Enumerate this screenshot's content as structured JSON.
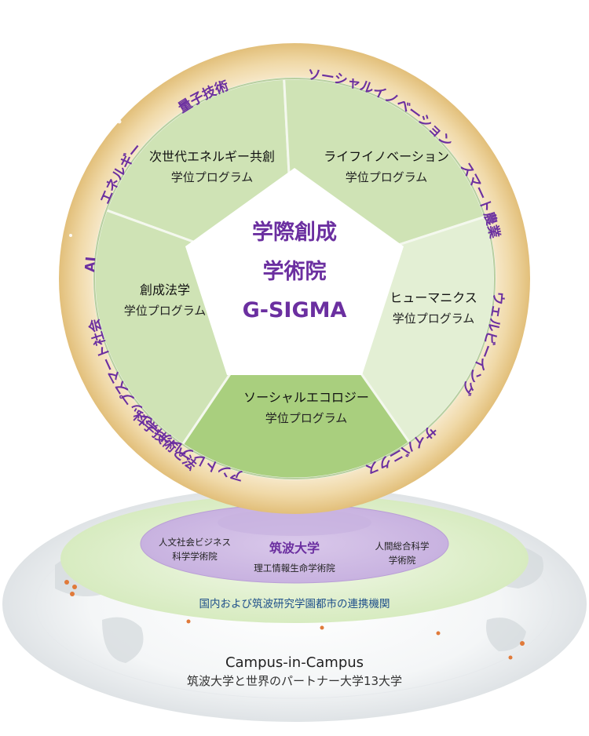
{
  "center": {
    "line1": "学際創成",
    "line2": "学術院",
    "line3": "G-SIGMA"
  },
  "programs": [
    {
      "name": "次世代エネルギー共創",
      "sub": "学位プログラム"
    },
    {
      "name": "ライフイノベーション",
      "sub": "学位プログラム"
    },
    {
      "name": "創成法学",
      "sub": "学位プログラム"
    },
    {
      "name": "ヒューマニクス",
      "sub": "学位プログラム"
    },
    {
      "name": "ソーシャルエコロジー",
      "sub": "学位プログラム"
    }
  ],
  "ring_keywords": [
    "ソーシャルイノベーション",
    "スマート農業",
    "ウェルビーイング",
    "サイバニクス",
    "アントレプレナーシップ",
    "科学技術と法",
    "スマート社会",
    "AI",
    "エネルギー",
    "量子技術"
  ],
  "university": {
    "title": "筑波大学",
    "left_line1": "人文社会ビジネス",
    "left_line2": "科学学術院",
    "center_sub": "理工情報生命学術院",
    "right_line1": "人間総合科学",
    "right_line2": "学術院"
  },
  "partner_label": "国内および筑波研究学園都市の連携機関",
  "campus": {
    "title": "Campus-in-Campus",
    "subtitle": "筑波大学と世界のパートナー大学13大学"
  },
  "colors": {
    "purple": "#6b2fa0",
    "green_light": "#e3efd4",
    "green_mid": "#cfe3b5",
    "green_dark": "#a9cf7e",
    "gold": "#e8c98c"
  }
}
